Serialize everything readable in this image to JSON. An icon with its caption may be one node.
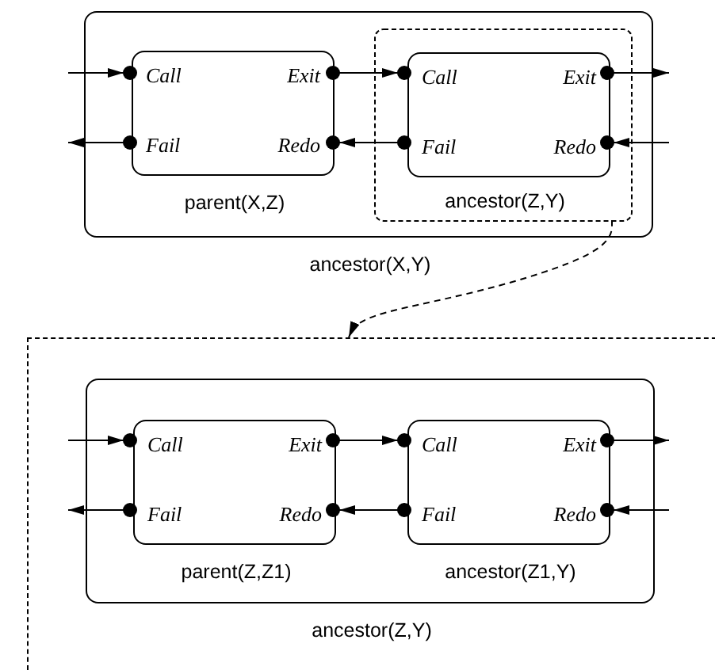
{
  "diagram": {
    "nodes": [
      {
        "text": [
          "ancestor(X,Y)"
        ]
      },
      {
        "text": [
          "Call",
          "Exit",
          "Fail",
          "Redo",
          "parent(X,Z)"
        ],
        "in": 0
      },
      {
        "text": [
          "ancestor(Z,Y)"
        ],
        "in": 0
      },
      {
        "text": [
          "Call",
          "Exit",
          "Fail",
          "Redo"
        ],
        "in": 2
      },
      {
        "text": [],
        "shape": "box"
      },
      {
        "text": [
          "ancestor(Z,Y)"
        ],
        "in": 4
      },
      {
        "text": [
          "Call",
          "Exit",
          "Fail",
          "Redo",
          "parent(Z,Z1)"
        ],
        "in": 5
      },
      {
        "text": [
          "Call",
          "Exit",
          "Fail",
          "Redo",
          "ancestor(Z1,Y)"
        ],
        "in": 5
      }
    ],
    "edges": [
      {
        "from": null,
        "to": 1,
        "arrow": "to"
      },
      {
        "from": 1,
        "to": null,
        "arrow": "to"
      },
      {
        "from": 1,
        "to": 3,
        "arrow": "to"
      },
      {
        "from": 3,
        "to": 1,
        "arrow": "to"
      },
      {
        "from": 3,
        "to": null,
        "arrow": "to"
      },
      {
        "from": null,
        "to": 3,
        "arrow": "to"
      },
      {
        "from": 2,
        "to": 4,
        "arrow": "to",
        "style": "dashed"
      },
      {
        "from": null,
        "to": 6,
        "arrow": "to"
      },
      {
        "from": 6,
        "to": null,
        "arrow": "to"
      },
      {
        "from": 6,
        "to": 7,
        "arrow": "to"
      },
      {
        "from": 7,
        "to": 6,
        "arrow": "to"
      },
      {
        "from": 7,
        "to": null,
        "arrow": "to"
      },
      {
        "from": null,
        "to": 7,
        "arrow": "to"
      }
    ]
  }
}
